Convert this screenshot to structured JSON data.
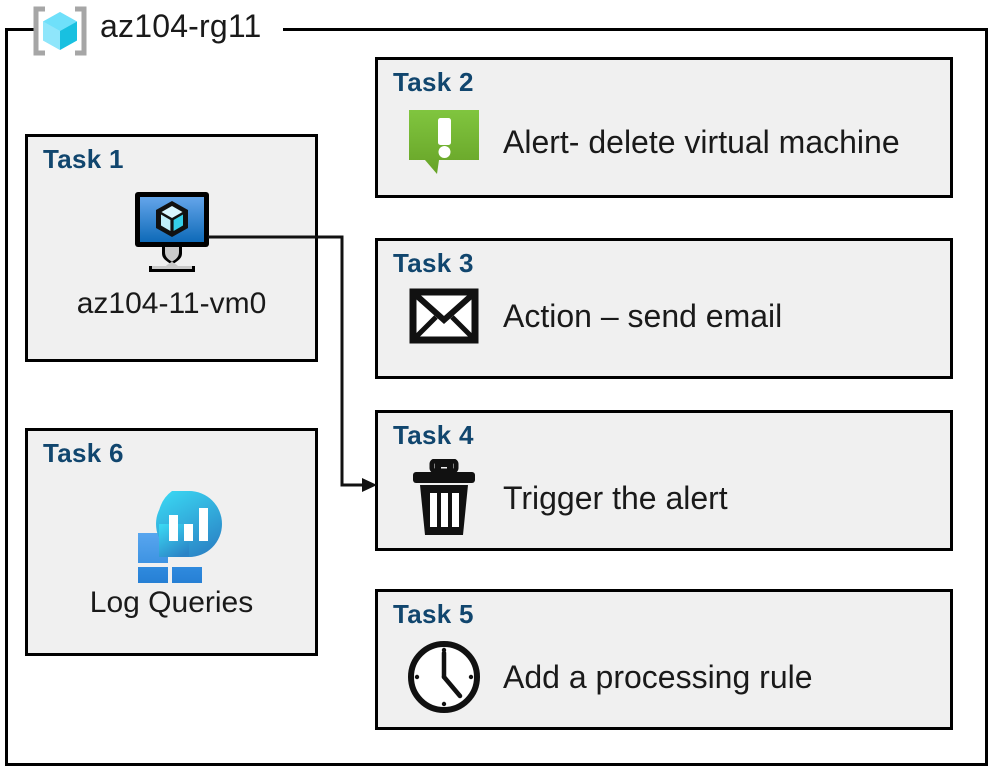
{
  "resource_group": {
    "label": "az104-rg11",
    "icon": "azure-resource-group-icon"
  },
  "colors": {
    "task_title": "#11466e",
    "card_bg": "#f0f0f0",
    "card_border": "#000000",
    "rg_icon_cube": "#50e6ff",
    "rg_icon_bracket": "#a3a3a3",
    "alert_green_light": "#7fc241",
    "alert_green_dark": "#6aa52a",
    "vm_blue_light": "#5ea0e8",
    "vm_blue_dark": "#0f6cbd",
    "log_cyan": "#32d4f5",
    "log_blue": "#2a8fd8",
    "log_square": "#3a96dd"
  },
  "left_column": [
    {
      "id": "task1",
      "title": "Task 1",
      "icon": "virtual-machine-icon",
      "caption": "az104-11-vm0"
    },
    {
      "id": "task6",
      "title": "Task 6",
      "icon": "log-analytics-icon",
      "caption": "Log Queries"
    }
  ],
  "right_column": [
    {
      "id": "task2",
      "title": "Task 2",
      "icon": "alert-exclamation-icon",
      "label": "Alert- delete virtual machine"
    },
    {
      "id": "task3",
      "title": "Task 3",
      "icon": "envelope-icon",
      "label": "Action – send email"
    },
    {
      "id": "task4",
      "title": "Task 4",
      "icon": "trash-delete-icon",
      "label": "Trigger the alert"
    },
    {
      "id": "task5",
      "title": "Task 5",
      "icon": "clock-icon",
      "label": "Add a processing rule"
    }
  ],
  "connector": {
    "from": "task1-virtual-machine-icon",
    "to": "task4",
    "style": "elbow-arrow"
  }
}
